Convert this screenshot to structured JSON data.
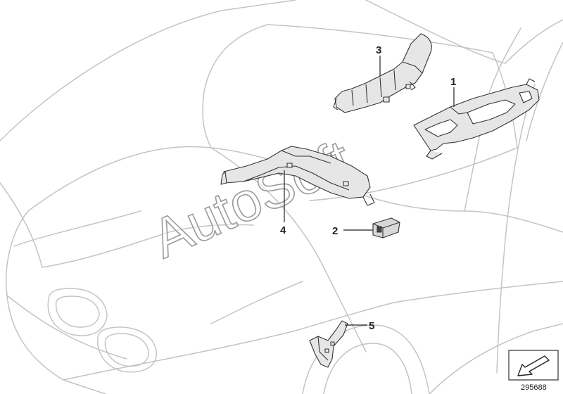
{
  "diagram": {
    "callouts": [
      {
        "id": "1",
        "label": "1"
      },
      {
        "id": "2",
        "label": "2"
      },
      {
        "id": "3",
        "label": "3"
      },
      {
        "id": "4",
        "label": "4"
      },
      {
        "id": "5",
        "label": "5"
      }
    ],
    "figure_number": "295688",
    "watermark": "AutoSoft",
    "colors": {
      "car_outline": "#c4c4c4",
      "part_fill": "#e6e6e6",
      "part_stroke": "#333333",
      "label": "#222222"
    }
  }
}
